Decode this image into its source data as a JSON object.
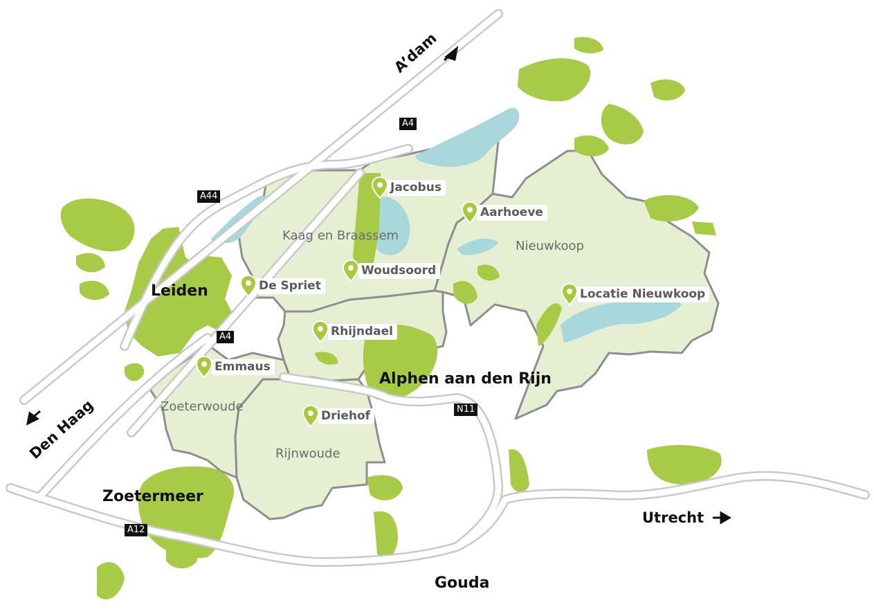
{
  "colors": {
    "municipality_fill": "#e7efd2",
    "border": "#8e8e8e",
    "green_area": "#a7cb46",
    "water": "#a8d7dc",
    "road": "#ffffff",
    "road_casing": "#c9c9c9",
    "pin": "#a8c93a",
    "shield_bg": "#111111"
  },
  "cities": {
    "leiden": "Leiden",
    "alphen": "Alphen aan den Rijn",
    "zoetermeer": "Zoetermeer",
    "gouda": "Gouda"
  },
  "municipalities": {
    "kaag": "Kaag en Braassem",
    "nieuwkoop": "Nieuwkoop",
    "zoeterwoude": "Zoeterwoude",
    "rijnwoude": "Rijnwoude"
  },
  "directions": {
    "adam": "A’dam",
    "den_haag": "Den Haag",
    "utrecht": "Utrecht"
  },
  "road_shields": {
    "a4_north": "A4",
    "a44": "A44",
    "a4_south": "A4",
    "n11": "N11",
    "a12": "A12"
  },
  "locations": [
    {
      "name": "Jacobus",
      "icon": "map-pin-icon"
    },
    {
      "name": "Aarhoeve",
      "icon": "map-pin-icon"
    },
    {
      "name": "Woudsoord",
      "icon": "map-pin-icon"
    },
    {
      "name": "De Spriet",
      "icon": "map-pin-icon"
    },
    {
      "name": "Locatie Nieuwkoop",
      "icon": "map-pin-icon"
    },
    {
      "name": "Rhijndael",
      "icon": "map-pin-icon"
    },
    {
      "name": "Emmaus",
      "icon": "map-pin-icon"
    },
    {
      "name": "Driehof",
      "icon": "map-pin-icon"
    }
  ]
}
